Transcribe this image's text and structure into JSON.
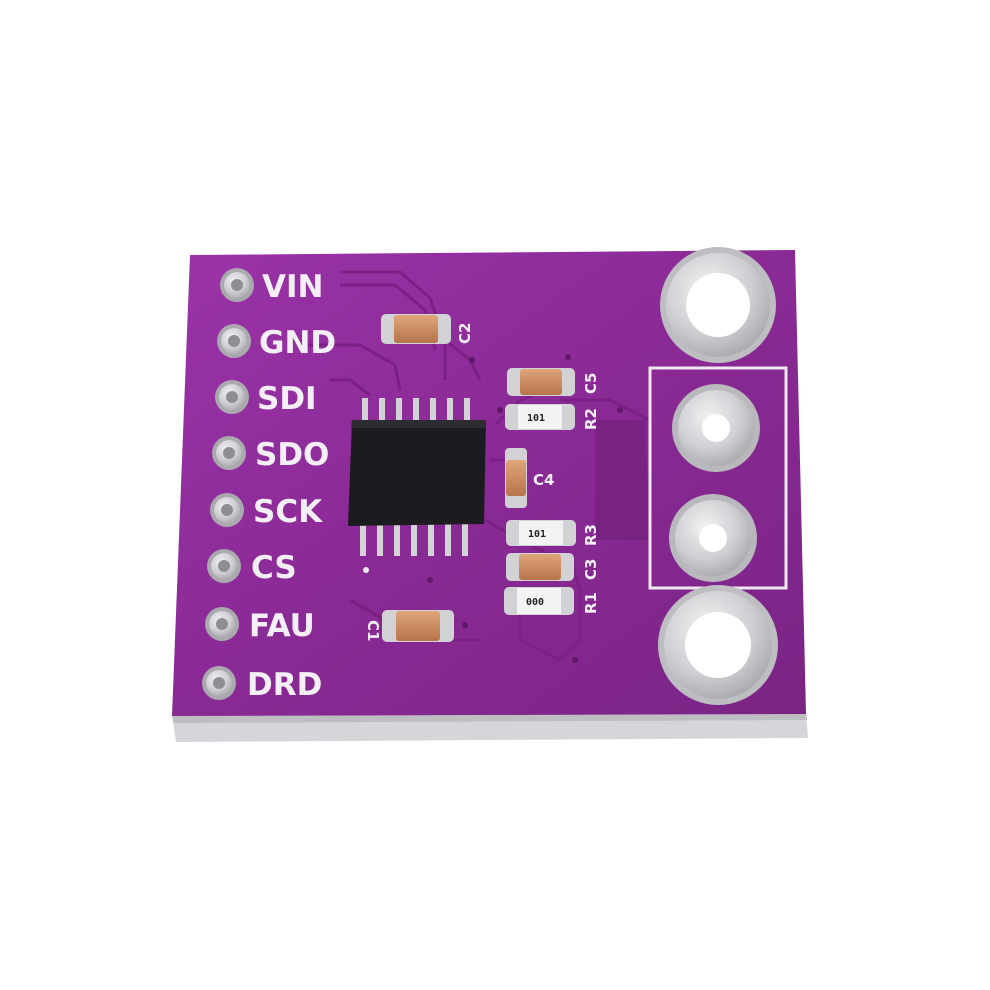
{
  "board": {
    "pins": [
      "VIN",
      "GND",
      "SDI",
      "SDO",
      "SCK",
      "CS",
      "FAU",
      "DRD"
    ],
    "refs": {
      "c1": "C1",
      "c2": "C2",
      "c3": "C3",
      "c4": "C4",
      "c5": "C5",
      "r1": "R1",
      "r2": "R2",
      "r3": "R3"
    },
    "resistor_codes": {
      "r2": "101",
      "r3": "101",
      "r1": "000"
    },
    "colors": {
      "pcb": "#8a2a95",
      "pcb_edge": "#cfcfd3",
      "pad": "#c9c9cd",
      "ic": "#1b1b1f",
      "background": "#ffffff"
    }
  }
}
